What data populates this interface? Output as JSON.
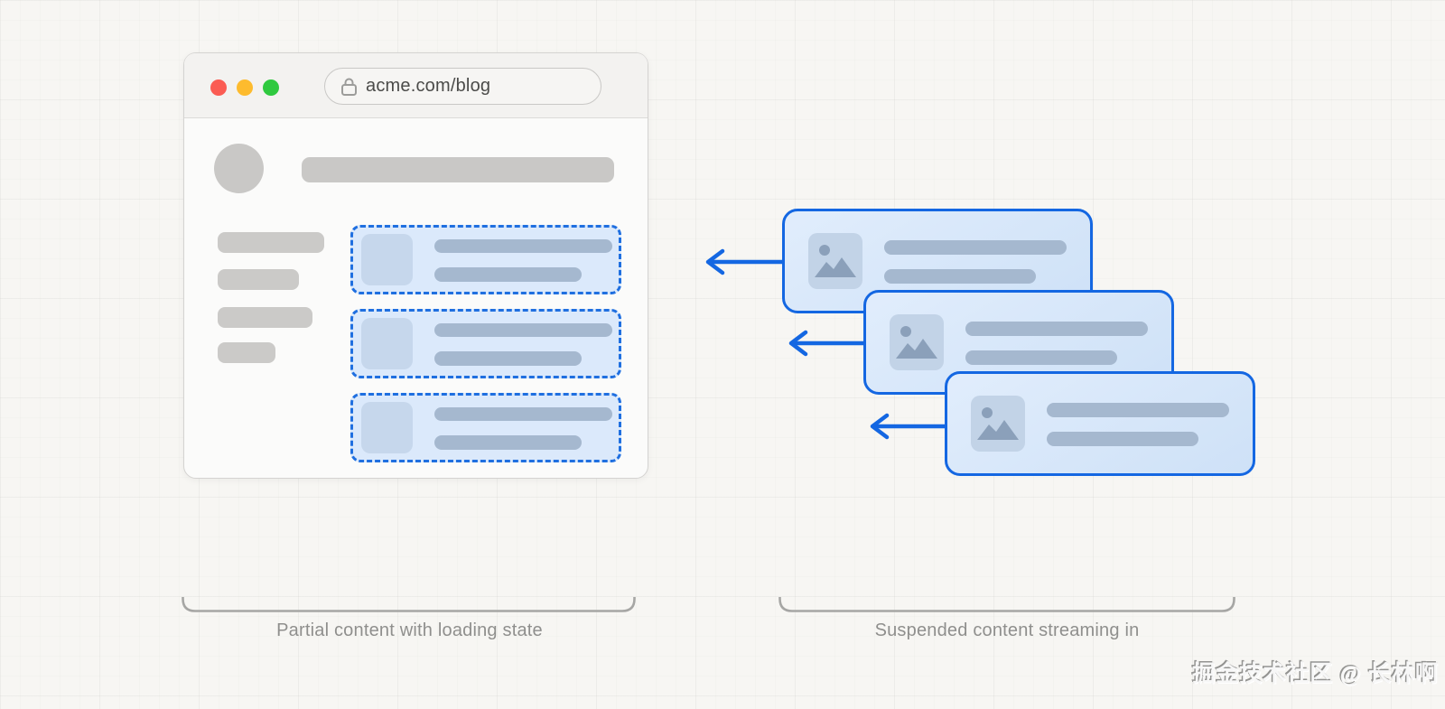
{
  "browser": {
    "url": "acme.com/blog",
    "traffic_lights": [
      "close",
      "minimize",
      "zoom"
    ],
    "skeleton": {
      "nav_bar_count": 4,
      "loading_card_count": 3
    }
  },
  "streaming": {
    "card_count": 3,
    "arrow_count": 3,
    "arrow_direction": "left"
  },
  "captions": {
    "left": "Partial content with loading state",
    "right": "Suspended content streaming in"
  },
  "watermark": "掘金技术社区 @ 长林啊",
  "colors": {
    "accent_blue": "#1467e2",
    "dashed_border_blue": "#1f6fe0",
    "loading_card_fill": "#dbe9fb",
    "streaming_card_fill_top": "#e1edfc",
    "streaming_card_fill_bottom": "#cee1f7",
    "content_bar_blue_gray": "#a5b8cf",
    "thumbnail_fill": "#c2d3e7",
    "skeleton_gray": "#c9c8c6",
    "traffic_red": "#fb5c53",
    "traffic_yellow": "#fdbb2e",
    "traffic_green": "#2fc93f",
    "page_background": "#f7f6f3",
    "caption_gray": "#8f8f8d"
  }
}
